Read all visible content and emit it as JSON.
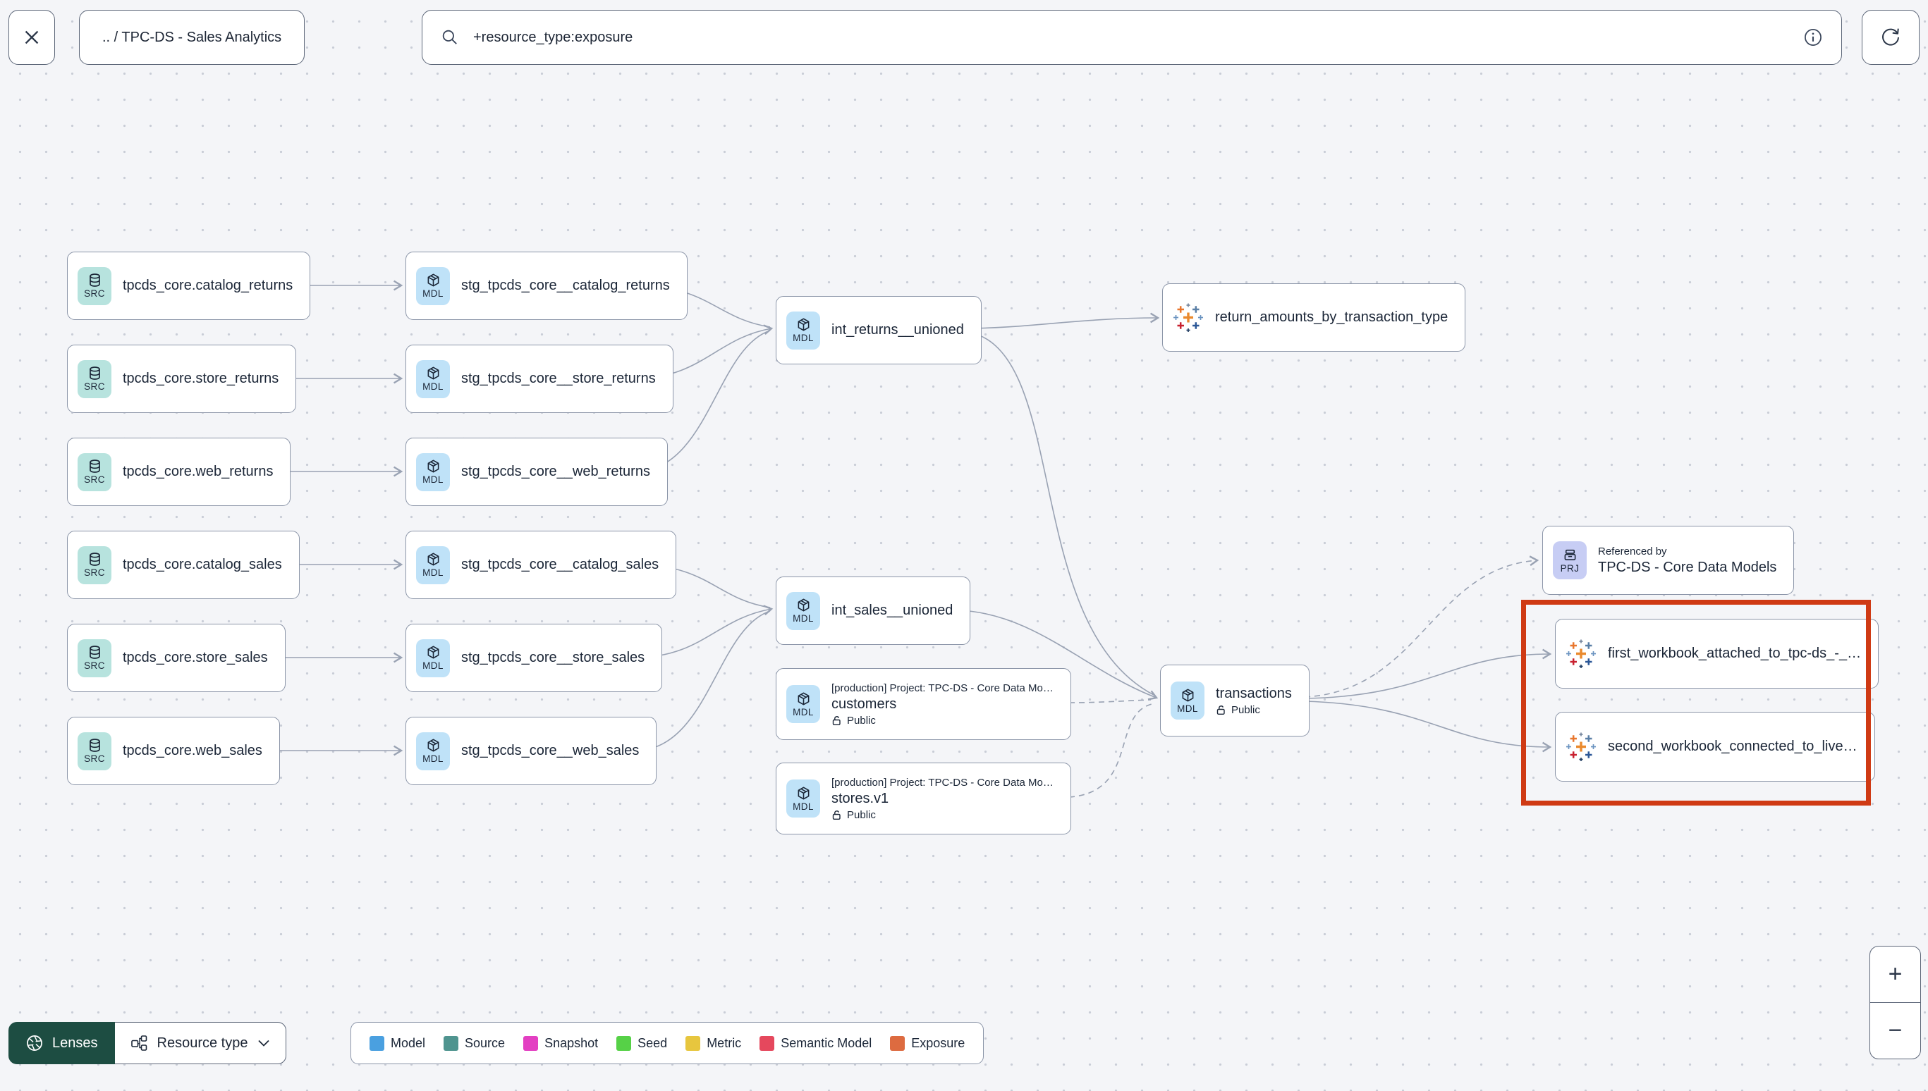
{
  "topbar": {
    "breadcrumb": ".. / TPC-DS - Sales Analytics",
    "search_value": "+resource_type:exposure"
  },
  "nodes": [
    {
      "badge": "SRC",
      "title": "tpcds_core.catalog_returns"
    },
    {
      "badge": "SRC",
      "title": "tpcds_core.store_returns"
    },
    {
      "badge": "SRC",
      "title": "tpcds_core.web_returns"
    },
    {
      "badge": "SRC",
      "title": "tpcds_core.catalog_sales"
    },
    {
      "badge": "SRC",
      "title": "tpcds_core.store_sales"
    },
    {
      "badge": "SRC",
      "title": "tpcds_core.web_sales"
    },
    {
      "badge": "MDL",
      "title": "stg_tpcds_core__catalog_returns"
    },
    {
      "badge": "MDL",
      "title": "stg_tpcds_core__store_returns"
    },
    {
      "badge": "MDL",
      "title": "stg_tpcds_core__web_returns"
    },
    {
      "badge": "MDL",
      "title": "stg_tpcds_core__catalog_sales"
    },
    {
      "badge": "MDL",
      "title": "stg_tpcds_core__store_sales"
    },
    {
      "badge": "MDL",
      "title": "stg_tpcds_core__web_sales"
    },
    {
      "badge": "MDL",
      "title": "int_returns__unioned"
    },
    {
      "title": "return_amounts_by_transaction_type"
    },
    {
      "badge": "MDL",
      "title": "int_sales__unioned"
    },
    {
      "badge": "MDL",
      "subtitle": "[production] Project: TPC-DS - Core Data Mo…",
      "title": "customers",
      "visibility": "Public"
    },
    {
      "badge": "MDL",
      "subtitle": "[production] Project: TPC-DS - Core Data Mo…",
      "title": "stores.v1",
      "visibility": "Public"
    },
    {
      "badge": "MDL",
      "title": "transactions",
      "visibility": "Public"
    },
    {
      "badge": "PRJ",
      "subtitle": "Referenced by",
      "title": "TPC-DS - Core Data Models"
    },
    {
      "title": "first_workbook_attached_to_tpc-ds_-_…"
    },
    {
      "title": "second_workbook_connected_to_live…"
    }
  ],
  "toolbar": {
    "lenses_label": "Lenses",
    "resource_type_label": "Resource type"
  },
  "legend": {
    "items": [
      {
        "label": "Model",
        "color": "#4aa0e0"
      },
      {
        "label": "Source",
        "color": "#4f948f"
      },
      {
        "label": "Snapshot",
        "color": "#e33fc2"
      },
      {
        "label": "Seed",
        "color": "#56d147"
      },
      {
        "label": "Metric",
        "color": "#e7c63e"
      },
      {
        "label": "Semantic Model",
        "color": "#e5485d"
      },
      {
        "label": "Exposure",
        "color": "#dd6b40"
      }
    ]
  },
  "zoom_controls": {
    "zoom_in": "+",
    "zoom_out": "−"
  },
  "accent": {
    "highlight_red": "#cf3a14"
  }
}
